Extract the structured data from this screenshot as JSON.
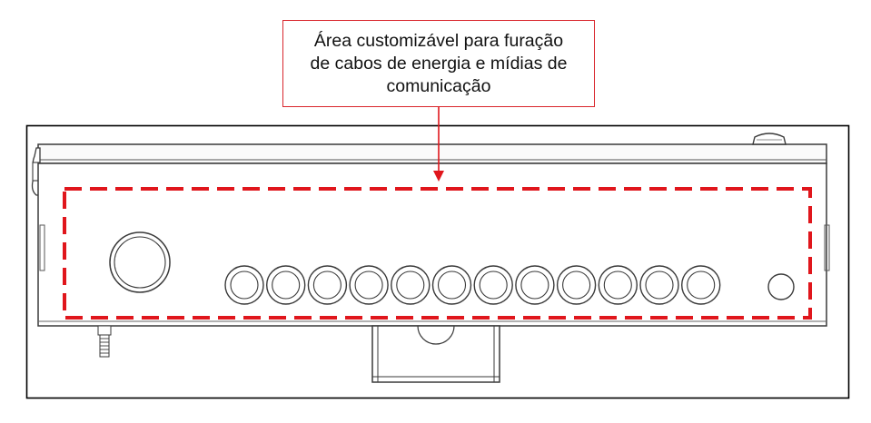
{
  "callout": {
    "lines": [
      "Área customizável para furação",
      "de cabos de energia e mídias de",
      "comunicação"
    ]
  },
  "colors": {
    "highlight": "#e0161c",
    "callout_border": "#d9262c",
    "drawing_line": "#3a3a3a",
    "frame": "#000000"
  },
  "drawing": {
    "large_gland_count": 1,
    "cable_gland_count": 12,
    "small_hole_count": 1
  }
}
